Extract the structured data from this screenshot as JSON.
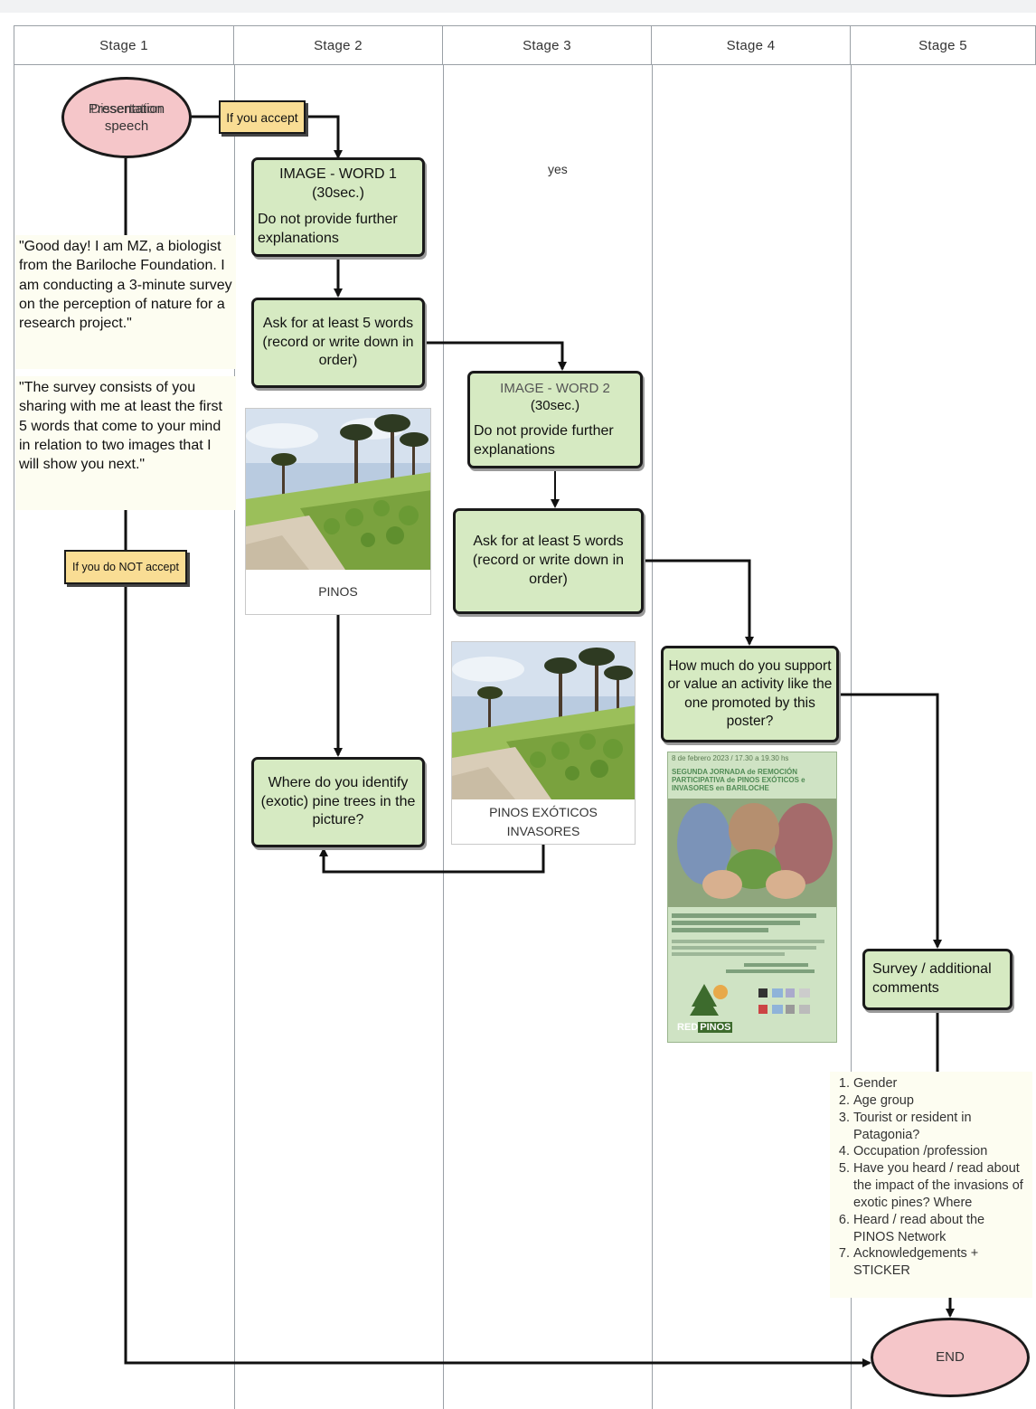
{
  "stages": [
    "Stage 1",
    "Stage 2",
    "Stage 3",
    "Stage 4",
    "Stage 5"
  ],
  "start": {
    "label_a": "Presentation",
    "label_b": "Dissertation",
    "label_c": "speech"
  },
  "tags": {
    "accept": "If you accept",
    "not_accept": "If you do NOT accept"
  },
  "intro_text_1": "\"Good day! I am MZ, a biologist from the Bariloche Foundation. I am conducting a 3-minute survey on the perception of nature for a research project.\"",
  "intro_text_2": "\"The survey consists of you sharing with me at least the first 5 words that come to your mind in relation to two images that I will show you next.\"",
  "yes_label": "yes",
  "image_word_1": {
    "title": "IMAGE - WORD 1",
    "duration": "(30sec.)",
    "note": "Do not provide further explanations"
  },
  "ask_words_1": "Ask for at least 5 words (record or write down in order)",
  "image_word_2": {
    "title": "IMAGE - WORD 2",
    "duration": "(30sec.)",
    "note": "Do not provide further explanations"
  },
  "ask_words_2": "Ask for at least 5 words (record or write down in order)",
  "photo_1_caption": "PINOS",
  "photo_2_caption_1": "PINOS EXÓTICOS",
  "photo_2_caption_2": "INVASORES",
  "identify_question": "Where do you identify (exotic) pine trees in the picture?",
  "support_question": "How much do you support or value an activity like the one promoted by this poster?",
  "poster": {
    "date": "8 de febrero 2023 / 17.30 a 19.30 hs",
    "heading": "SEGUNDA JORNADA de REMOCIÓN PARTICIPATIVA de PINOS EXÓTICOS e INVASORES en BARILOCHE",
    "logo_a": "RED",
    "logo_b": "PINOS"
  },
  "survey_box": "Survey / additional comments",
  "questions": [
    "Gender",
    "Age group",
    "Tourist or resident in Patagonia?",
    "Occupation /profession",
    "Have you heard / read about the impact of the invasions of exotic pines? Where",
    "Heard / read about the PINOS Network",
    "Acknowledgements + STICKER"
  ],
  "end_label": "END",
  "colors": {
    "process_fill": "#d6eac2",
    "terminal_fill": "#f5c6c9",
    "tag_fill": "#f9dd94",
    "lane_line": "#9aa0a6"
  }
}
